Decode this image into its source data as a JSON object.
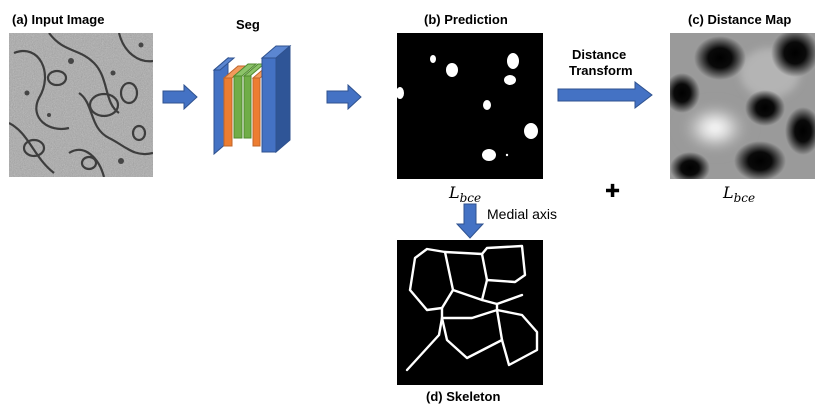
{
  "labels": {
    "input": "(a) Input Image",
    "seg": "Seg",
    "prediction": "(b) Prediction",
    "distance_map": "(c) Distance Map",
    "distance_transform_line1": "Distance",
    "distance_transform_line2": "Transform",
    "medial_axis": "Medial axis",
    "skeleton": "(d) Skeleton",
    "loss_symbol": "L",
    "loss_subscript": "bce",
    "plus": "✚"
  },
  "colors": {
    "arrow_blue": "#4472C4",
    "arrow_outline": "#2F528F",
    "block_blue": "#4472C4",
    "block_orange": "#ED7D31",
    "block_green": "#70AD47"
  }
}
